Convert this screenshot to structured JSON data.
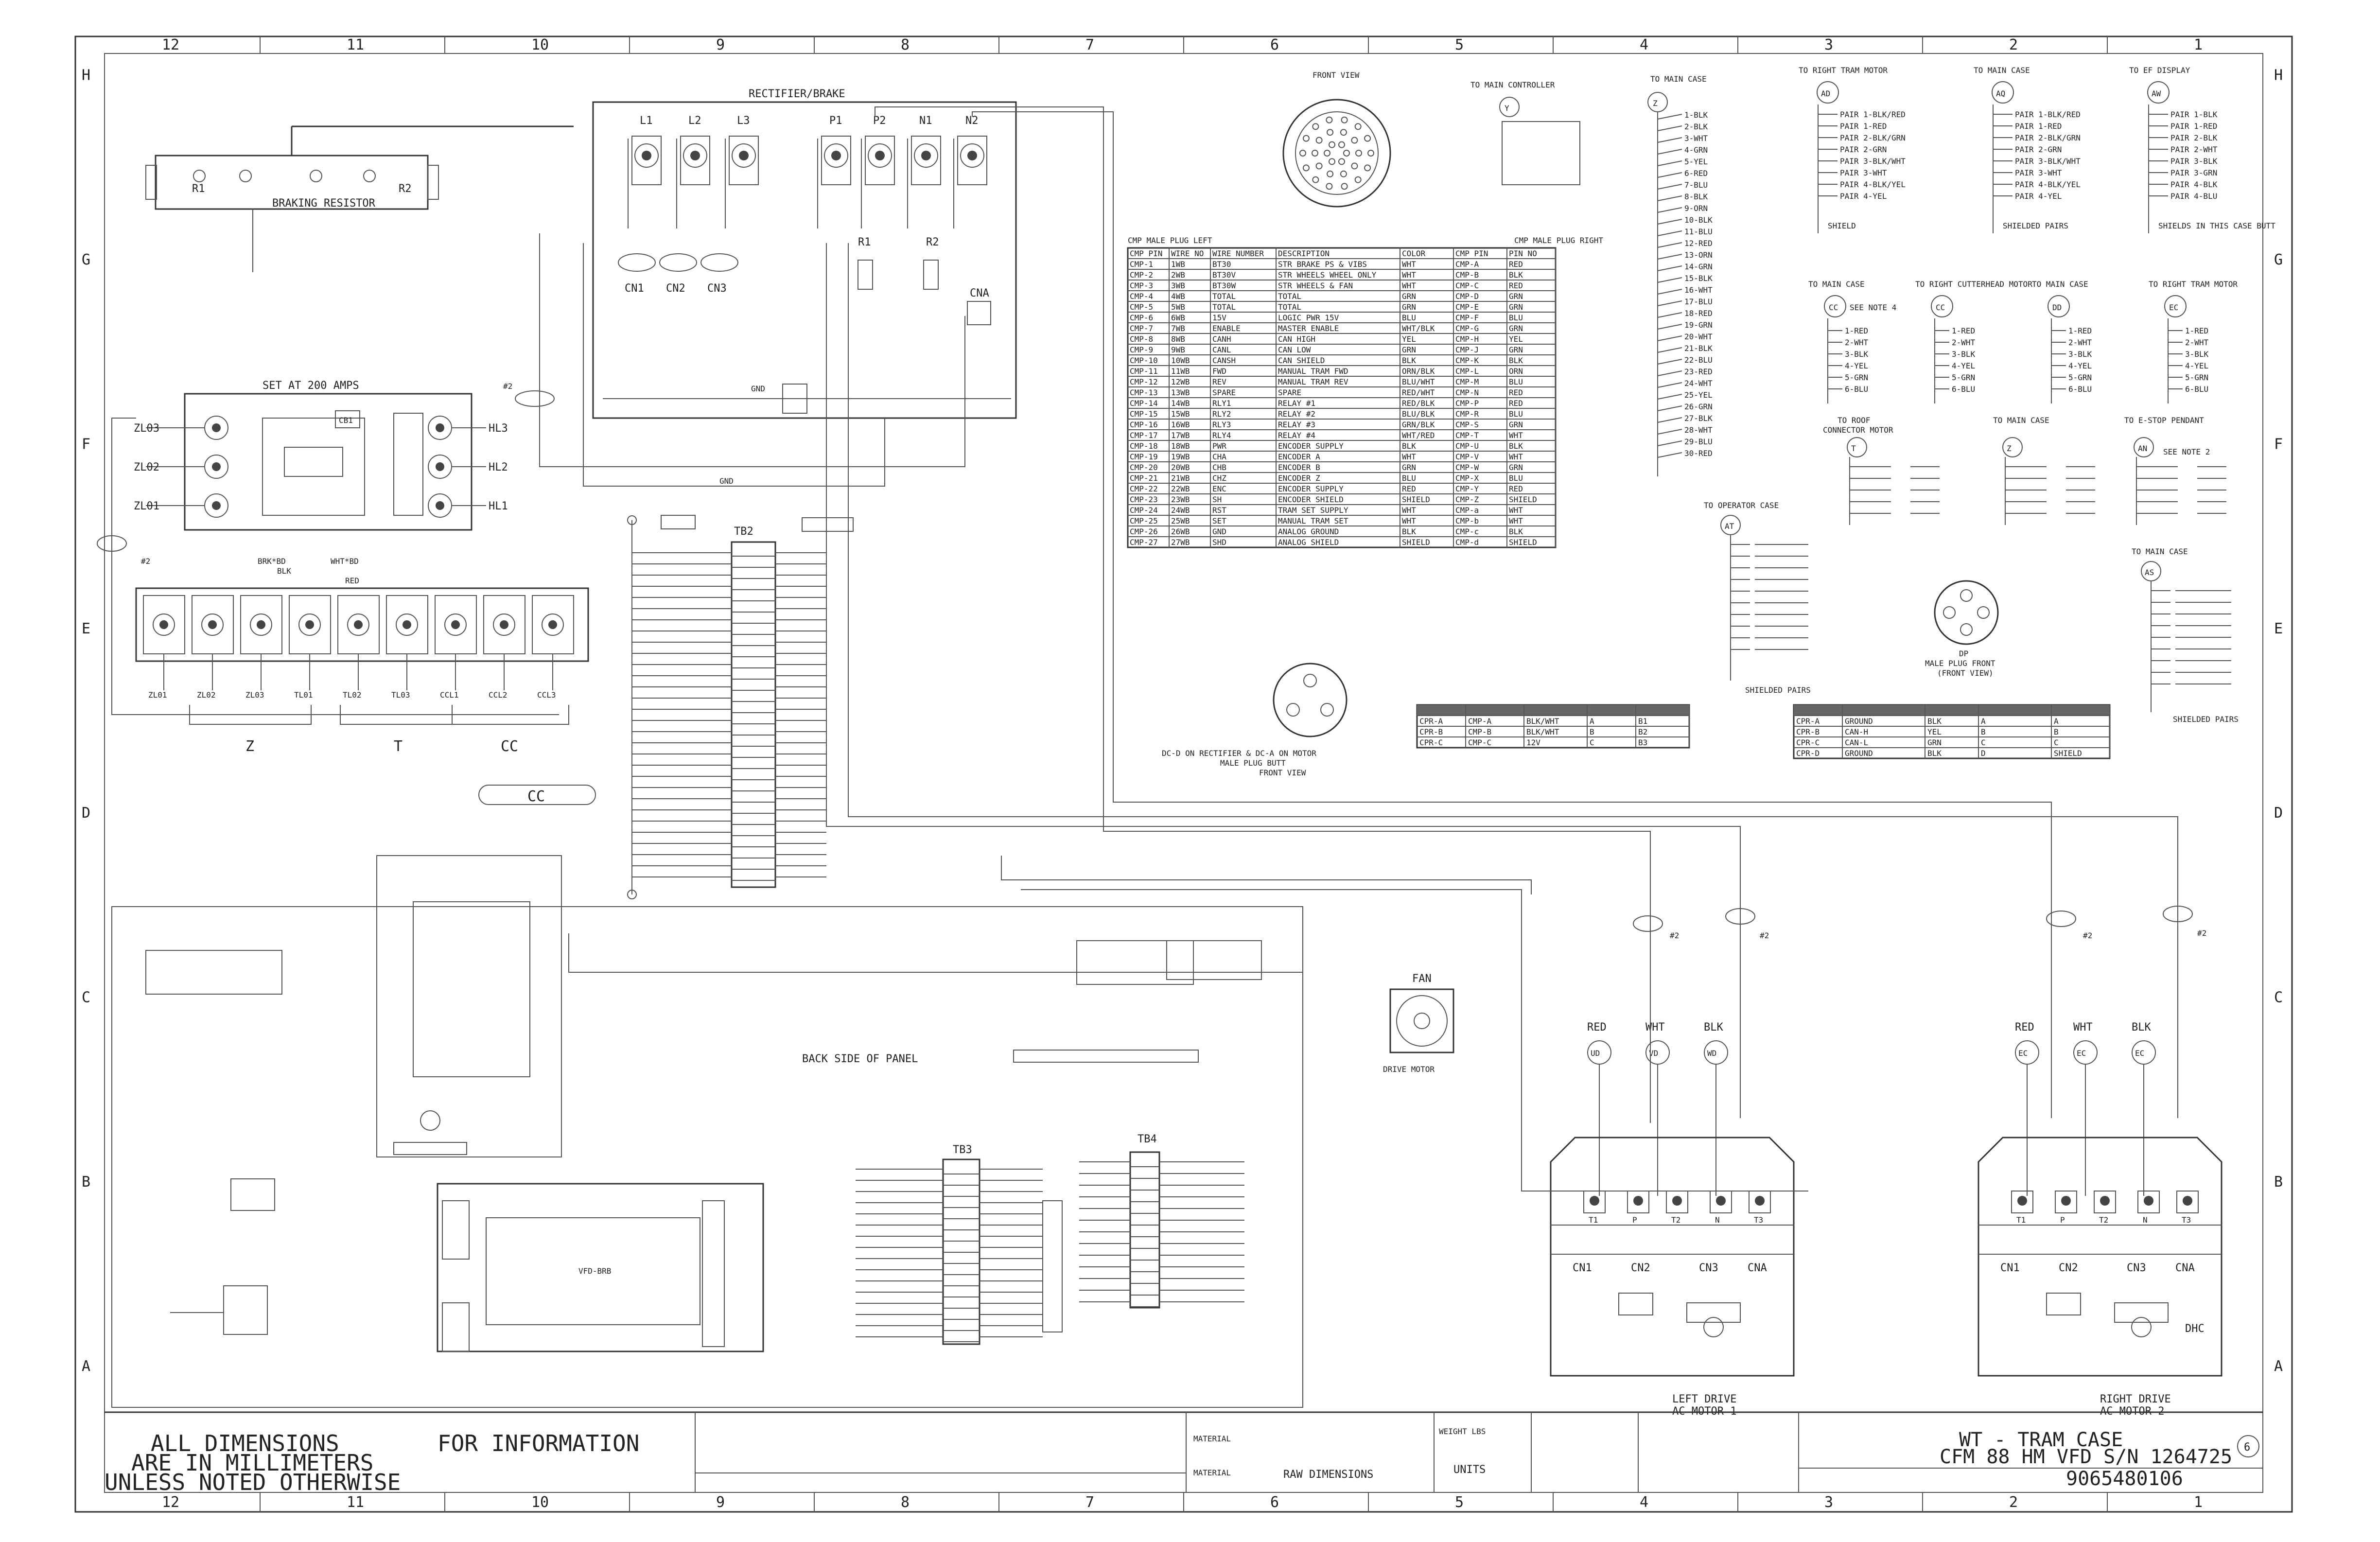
{
  "border": {
    "columns": [
      "12",
      "11",
      "10",
      "9",
      "8",
      "7",
      "6",
      "5",
      "4",
      "3",
      "2",
      "1"
    ],
    "rows": [
      "H",
      "G",
      "F",
      "E",
      "D",
      "C",
      "B",
      "A"
    ]
  },
  "rectifier": {
    "title": "RECTIFIER/BRAKE",
    "terminals": [
      "L1",
      "L2",
      "L3",
      "P1",
      "P2",
      "N1",
      "N2"
    ],
    "ch_labels": [
      "CN1",
      "CN2",
      "CN3"
    ],
    "rel": [
      "R1",
      "R2"
    ],
    "cna": "CNA",
    "gnd": "GND"
  },
  "resistor": {
    "label": "BRAKING RESISTOR",
    "r1": "R1",
    "r2": "R2"
  },
  "breaker": {
    "title": "SET AT 200 AMPS",
    "left": [
      "ZL03",
      "ZL02",
      "ZL01"
    ],
    "right": [
      "HL3",
      "HL2",
      "HL1"
    ],
    "sub": "CB1"
  },
  "terminal_block": {
    "top_labels": [
      "BRK*BD",
      "BLK",
      "WHT*BD",
      "RED"
    ],
    "bottom": [
      "ZL01",
      "ZL02",
      "ZL03",
      "TL01",
      "TL02",
      "TL03",
      "CCL1",
      "CCL2",
      "CCL3"
    ],
    "groups": [
      "Z",
      "T",
      "CC",
      "CC"
    ]
  },
  "tb2": {
    "label": "TB2",
    "gnd": "GND",
    "n32": "#2"
  },
  "back_panel": {
    "label": "BACK SIDE OF PANEL"
  },
  "fan": {
    "label": "FAN",
    "sub": "DRIVE MOTOR"
  },
  "front_view": {
    "title": "FRONT VIEW"
  },
  "to_main_controller": {
    "title": "TO MAIN CONTROLLER",
    "id": "Y"
  },
  "to_main_case": {
    "title": "TO MAIN CASE",
    "id": "Z"
  },
  "plug_table": {
    "left_title": "CMP MALE PLUG LEFT",
    "right_title": "CMP MALE PLUG RIGHT",
    "headers": [
      "CMP PIN",
      "WIRE NO",
      "WIRE NUMBER",
      "DESCRIPTION",
      "COLOR",
      "CMP PIN",
      "PIN NO"
    ],
    "rows": [
      [
        "CMP-1",
        "1WB",
        "BT30",
        "STR BRAKE PS & VIBS",
        "WHT",
        "CMP-A",
        "RED"
      ],
      [
        "CMP-2",
        "2WB",
        "BT30V",
        "STR WHEELS WHEEL ONLY",
        "WHT",
        "CMP-B",
        "BLK"
      ],
      [
        "CMP-3",
        "3WB",
        "BT30W",
        "STR WHEELS & FAN",
        "WHT",
        "CMP-C",
        "RED"
      ],
      [
        "CMP-4",
        "4WB",
        "TOTAL",
        "TOTAL",
        "GRN",
        "CMP-D",
        "GRN"
      ],
      [
        "CMP-5",
        "5WB",
        "TOTAL",
        "TOTAL",
        "GRN",
        "CMP-E",
        "GRN"
      ],
      [
        "CMP-6",
        "6WB",
        "15V",
        "LOGIC PWR 15V",
        "BLU",
        "CMP-F",
        "BLU"
      ],
      [
        "CMP-7",
        "7WB",
        "ENABLE",
        "MASTER ENABLE",
        "WHT/BLK",
        "CMP-G",
        "GRN"
      ],
      [
        "CMP-8",
        "8WB",
        "CANH",
        "CAN HIGH",
        "YEL",
        "CMP-H",
        "YEL"
      ],
      [
        "CMP-9",
        "9WB",
        "CANL",
        "CAN LOW",
        "GRN",
        "CMP-J",
        "GRN"
      ],
      [
        "CMP-10",
        "10WB",
        "CANSH",
        "CAN SHIELD",
        "BLK",
        "CMP-K",
        "BLK"
      ],
      [
        "CMP-11",
        "11WB",
        "FWD",
        "MANUAL TRAM FWD",
        "ORN/BLK",
        "CMP-L",
        "ORN"
      ],
      [
        "CMP-12",
        "12WB",
        "REV",
        "MANUAL TRAM REV",
        "BLU/WHT",
        "CMP-M",
        "BLU"
      ],
      [
        "CMP-13",
        "13WB",
        "SPARE",
        "SPARE",
        "RED/WHT",
        "CMP-N",
        "RED"
      ],
      [
        "CMP-14",
        "14WB",
        "RLY1",
        "RELAY #1",
        "RED/BLK",
        "CMP-P",
        "RED"
      ],
      [
        "CMP-15",
        "15WB",
        "RLY2",
        "RELAY #2",
        "BLU/BLK",
        "CMP-R",
        "BLU"
      ],
      [
        "CMP-16",
        "16WB",
        "RLY3",
        "RELAY #3",
        "GRN/BLK",
        "CMP-S",
        "GRN"
      ],
      [
        "CMP-17",
        "17WB",
        "RLY4",
        "RELAY #4",
        "WHT/RED",
        "CMP-T",
        "WHT"
      ],
      [
        "CMP-18",
        "18WB",
        "PWR",
        "ENCODER SUPPLY",
        "BLK",
        "CMP-U",
        "BLK"
      ],
      [
        "CMP-19",
        "19WB",
        "CHA",
        "ENCODER A",
        "WHT",
        "CMP-V",
        "WHT"
      ],
      [
        "CMP-20",
        "20WB",
        "CHB",
        "ENCODER B",
        "GRN",
        "CMP-W",
        "GRN"
      ],
      [
        "CMP-21",
        "21WB",
        "CHZ",
        "ENCODER Z",
        "BLU",
        "CMP-X",
        "BLU"
      ],
      [
        "CMP-22",
        "22WB",
        "ENC",
        "ENCODER SUPPLY",
        "RED",
        "CMP-Y",
        "RED"
      ],
      [
        "CMP-23",
        "23WB",
        "SH",
        "ENCODER SHIELD",
        "SHIELD",
        "CMP-Z",
        "SHIELD"
      ],
      [
        "CMP-24",
        "24WB",
        "RST",
        "TRAM SET SUPPLY",
        "WHT",
        "CMP-a",
        "WHT"
      ],
      [
        "CMP-25",
        "25WB",
        "SET",
        "MANUAL TRAM SET",
        "WHT",
        "CMP-b",
        "WHT"
      ],
      [
        "CMP-26",
        "26WB",
        "GND",
        "ANALOG GROUND",
        "BLK",
        "CMP-c",
        "BLK"
      ],
      [
        "CMP-27",
        "27WB",
        "SHD",
        "ANALOG SHIELD",
        "SHIELD",
        "CMP-d",
        "SHIELD"
      ]
    ]
  },
  "main_case_list": {
    "items": [
      "1-BLK",
      "2-BLK",
      "3-WHT",
      "4-GRN",
      "5-YEL",
      "6-RED",
      "7-BLU",
      "8-BLK",
      "9-ORN",
      "10-BLK",
      "11-BLU",
      "12-RED",
      "13-ORN",
      "14-GRN",
      "15-BLK",
      "16-WHT",
      "17-BLU",
      "18-RED",
      "19-GRN",
      "20-WHT",
      "21-BLK",
      "22-BLU",
      "23-RED",
      "24-WHT",
      "25-YEL",
      "26-GRN",
      "27-BLK",
      "28-WHT",
      "29-BLU",
      "30-RED"
    ]
  },
  "right_top": {
    "blocks": [
      {
        "title": "TO RIGHT TRAM MOTOR",
        "id": "AD",
        "pairs": [
          "PAIR 1-BLK/RED",
          "PAIR 1-RED",
          "PAIR 2-BLK/GRN",
          "PAIR 2-GRN",
          "PAIR 3-BLK/WHT",
          "PAIR 3-WHT",
          "PAIR 4-BLK/YEL",
          "PAIR 4-YEL"
        ],
        "foot": "SHIELD"
      },
      {
        "title": "TO MAIN CASE",
        "id": "AQ",
        "pairs": [
          "PAIR 1-BLK/RED",
          "PAIR 1-RED",
          "PAIR 2-BLK/GRN",
          "PAIR 2-GRN",
          "PAIR 3-BLK/WHT",
          "PAIR 3-WHT",
          "PAIR 4-BLK/YEL",
          "PAIR 4-YEL"
        ],
        "foot": "SHIELDED PAIRS"
      },
      {
        "title": "TO EF DISPLAY",
        "id": "AW",
        "pairs": [
          "PAIR 1-BLK",
          "PAIR 1-RED",
          "PAIR 2-BLK",
          "PAIR 2-WHT",
          "PAIR 3-BLK",
          "PAIR 3-GRN",
          "PAIR 4-BLK",
          "PAIR 4-BLU"
        ],
        "foot": "SHIELDS IN THIS CASE BUTT"
      }
    ]
  },
  "motor_blocks": {
    "blocks": [
      {
        "title": "TO MAIN CASE",
        "id": "CC",
        "sub": "SEE NOTE 4"
      },
      {
        "title": "TO RIGHT CUTTERHEAD MOTOR",
        "id": "CC"
      },
      {
        "title": "TO MAIN CASE",
        "id": "DD"
      },
      {
        "title": "TO RIGHT TRAM MOTOR",
        "id": "EC"
      }
    ],
    "lines": [
      "1-RED",
      "2-WHT",
      "3-BLK",
      "4-YEL",
      "5-GRN",
      "6-BLU"
    ]
  },
  "row2": {
    "blocks": [
      {
        "title": "TO ROOF",
        "sub": "CONNECTOR MOTOR",
        "id": "T"
      },
      {
        "title": "TO MAIN CASE",
        "id": "Z"
      },
      {
        "title": "TO E-STOP PENDANT",
        "id": "AN",
        "note": "SEE NOTE 2"
      }
    ]
  },
  "operator_case": {
    "title": "TO OPERATOR CASE",
    "id": "AT",
    "foot": "SHIELDED PAIRS"
  },
  "main_case2": {
    "title": "TO MAIN CASE",
    "id": "AS",
    "foot": "SHIELDED PAIRS"
  },
  "small_table": {
    "rows": [
      [
        "CPR-A",
        "CMP-A",
        "BLK/WHT",
        "A",
        "B1"
      ],
      [
        "CPR-B",
        "CMP-B",
        "BLK/WHT",
        "B",
        "B2"
      ],
      [
        "CPR-C",
        "CMP-C",
        "12V",
        "C",
        "B3"
      ]
    ]
  },
  "small_table2": {
    "rows": [
      [
        "CPR-A",
        "GROUND",
        "BLK",
        "A",
        "A"
      ],
      [
        "CPR-B",
        "CAN-H",
        "YEL",
        "B",
        "B"
      ],
      [
        "CPR-C",
        "CAN-L",
        "GRN",
        "C",
        "C"
      ],
      [
        "CPR-D",
        "GROUND",
        "BLK",
        "D",
        "SHIELD"
      ]
    ]
  },
  "dc_plug": {
    "label": "DC-D ON RECTIFIER & DC-A ON MOTOR",
    "sub": "MALE PLUG BUTT",
    "foot": "FRONT VIEW"
  },
  "dp_plug": {
    "label": "DP",
    "sub": "MALE PLUG FRONT",
    "foot": "(FRONT VIEW)"
  },
  "drives": {
    "left": {
      "labels": [
        "RED",
        "WHT",
        "BLK"
      ],
      "ids": [
        "UD",
        "VD",
        "WD"
      ],
      "terms": [
        "T1",
        "P",
        "T2",
        "N",
        "T3"
      ],
      "cn": [
        "CN1",
        "CN2",
        "CN3",
        "CNA"
      ],
      "name": "LEFT DRIVE",
      "sub": "AC MOTOR 1"
    },
    "right": {
      "labels": [
        "RED",
        "WHT",
        "BLK"
      ],
      "ids": [
        "EC",
        "EC",
        "EC"
      ],
      "terms": [
        "T1",
        "P",
        "T2",
        "N",
        "T3"
      ],
      "cn": [
        "CN1",
        "CN2",
        "CN3",
        "CNA"
      ],
      "name": "RIGHT DRIVE",
      "sub": "AC MOTOR 2"
    },
    "n2": "#2",
    "dhc": "DHC"
  },
  "pc_board": {
    "label": "VFD-BRB"
  },
  "tb3": {
    "label": "TB3"
  },
  "tb4": {
    "label": "TB4"
  },
  "title_block": {
    "note_lines": [
      "ALL DIMENSIONS",
      "ARE IN MILLIMETERS",
      "UNLESS NOTED OTHERWISE"
    ],
    "for_info": "FOR INFORMATION",
    "material": "MATERIAL",
    "raw_dimensions": "RAW DIMENSIONS",
    "units": "UNITS",
    "sheet_title_1": "WT - TRAM CASE",
    "sheet_title_2": "CFM 88 HM VFD S/N 1264725",
    "drawing_no": "9065480106",
    "revision": "6",
    "weight": "WEIGHT LBS"
  }
}
